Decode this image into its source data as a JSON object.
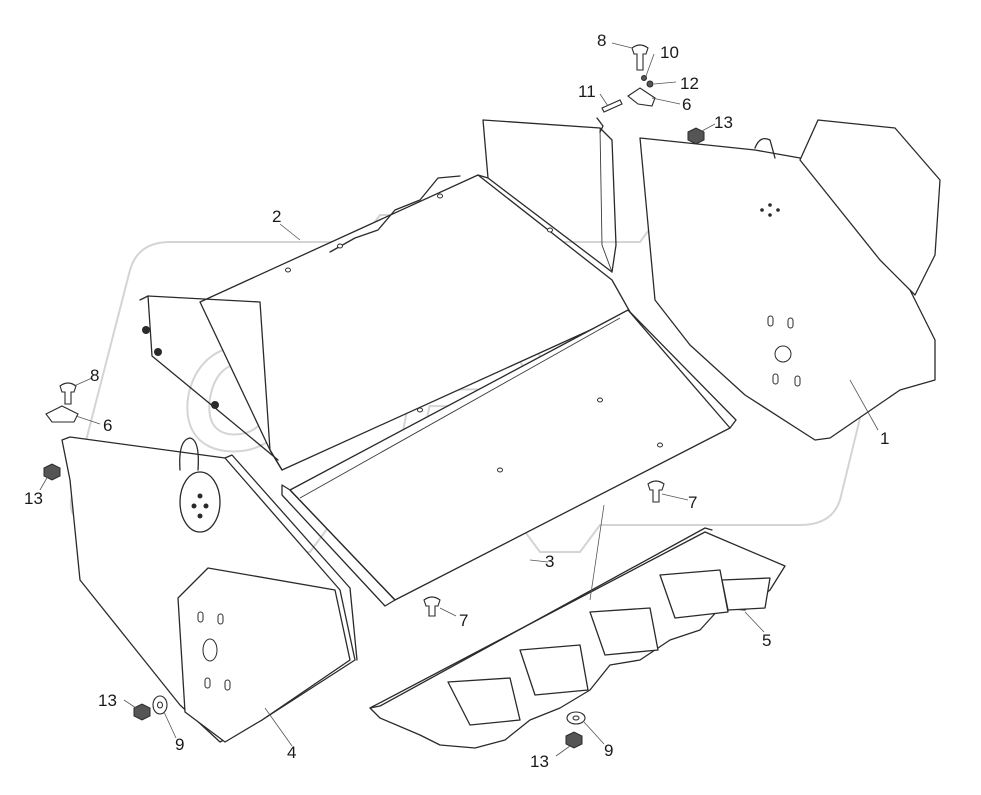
{
  "diagram": {
    "watermark": "OPEX",
    "callouts": [
      {
        "id": "c-1",
        "text": "1"
      },
      {
        "id": "c-2",
        "text": "2"
      },
      {
        "id": "c-3",
        "text": "3"
      },
      {
        "id": "c-4",
        "text": "4"
      },
      {
        "id": "c-5",
        "text": "5"
      },
      {
        "id": "c-6a",
        "text": "6"
      },
      {
        "id": "c-6b",
        "text": "6"
      },
      {
        "id": "c-7a",
        "text": "7"
      },
      {
        "id": "c-7b",
        "text": "7"
      },
      {
        "id": "c-8a",
        "text": "8"
      },
      {
        "id": "c-8b",
        "text": "8"
      },
      {
        "id": "c-9a",
        "text": "9"
      },
      {
        "id": "c-9b",
        "text": "9"
      },
      {
        "id": "c-10",
        "text": "10"
      },
      {
        "id": "c-11",
        "text": "11"
      },
      {
        "id": "c-12",
        "text": "12"
      },
      {
        "id": "c-13a",
        "text": "13"
      },
      {
        "id": "c-13b",
        "text": "13"
      },
      {
        "id": "c-13c",
        "text": "13"
      },
      {
        "id": "c-13d",
        "text": "13"
      }
    ],
    "colors": {
      "line": "#2a2a2a",
      "watermark": "#d4d4d4",
      "background": "#ffffff"
    }
  }
}
